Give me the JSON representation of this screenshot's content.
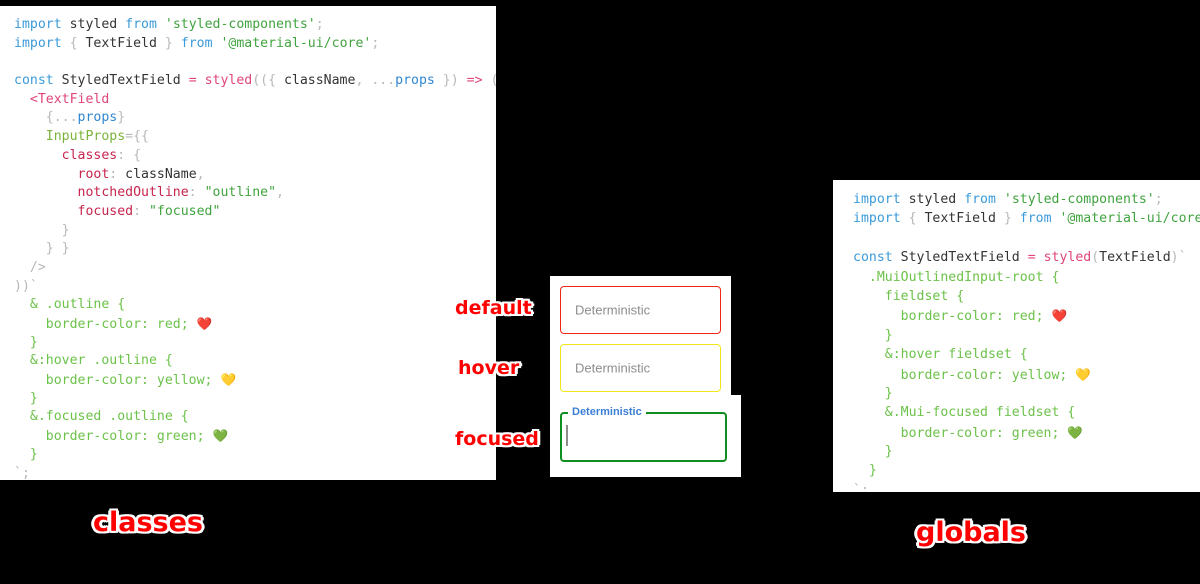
{
  "panels": {
    "classes": {
      "title": "classes",
      "code_lines": [
        [
          {
            "t": "kw",
            "s": "import"
          },
          {
            "t": "plain",
            "s": " styled "
          },
          {
            "t": "kw",
            "s": "from"
          },
          {
            "t": "str",
            "s": " 'styled-components'"
          },
          {
            "t": "punct",
            "s": ";"
          }
        ],
        [
          {
            "t": "kw",
            "s": "import"
          },
          {
            "t": "punct",
            "s": " { "
          },
          {
            "t": "plain",
            "s": "TextField"
          },
          {
            "t": "punct",
            "s": " } "
          },
          {
            "t": "kw",
            "s": "from"
          },
          {
            "t": "str",
            "s": " '@material-ui/core'"
          },
          {
            "t": "punct",
            "s": ";"
          }
        ],
        [],
        [
          {
            "t": "kw",
            "s": "const"
          },
          {
            "t": "plain",
            "s": " StyledTextField "
          },
          {
            "t": "fn",
            "s": "="
          },
          {
            "t": "fn",
            "s": " styled"
          },
          {
            "t": "punct",
            "s": "(({ "
          },
          {
            "t": "plain",
            "s": "className"
          },
          {
            "t": "punct",
            "s": ", ..."
          },
          {
            "t": "prop",
            "s": "props"
          },
          {
            "t": "punct",
            "s": " }) "
          },
          {
            "t": "fn",
            "s": "=>"
          },
          {
            "t": "punct",
            "s": " ("
          }
        ],
        [
          {
            "t": "plain",
            "s": "  "
          },
          {
            "t": "fn",
            "s": "<TextField"
          }
        ],
        [
          {
            "t": "punct",
            "s": "    {..."
          },
          {
            "t": "prop",
            "s": "props"
          },
          {
            "t": "punct",
            "s": "}"
          }
        ],
        [
          {
            "t": "attr",
            "s": "    InputProps"
          },
          {
            "t": "punct",
            "s": "={{"
          }
        ],
        [
          {
            "t": "key",
            "s": "      classes"
          },
          {
            "t": "punct",
            "s": ": {"
          }
        ],
        [
          {
            "t": "key",
            "s": "        root"
          },
          {
            "t": "punct",
            "s": ": "
          },
          {
            "t": "plain",
            "s": "className"
          },
          {
            "t": "punct",
            "s": ","
          }
        ],
        [
          {
            "t": "key",
            "s": "        notchedOutline"
          },
          {
            "t": "punct",
            "s": ": "
          },
          {
            "t": "str",
            "s": "\"outline\""
          },
          {
            "t": "punct",
            "s": ","
          }
        ],
        [
          {
            "t": "key",
            "s": "        focused"
          },
          {
            "t": "punct",
            "s": ": "
          },
          {
            "t": "str",
            "s": "\"focused\""
          }
        ],
        [
          {
            "t": "punct",
            "s": "      }"
          }
        ],
        [
          {
            "t": "punct",
            "s": "    } }"
          }
        ],
        [
          {
            "t": "punct",
            "s": "  />"
          }
        ],
        [
          {
            "t": "punct",
            "s": "))"
          },
          {
            "t": "tick",
            "s": "`"
          }
        ],
        [
          {
            "t": "css",
            "s": "  & .outline {"
          }
        ],
        [
          {
            "t": "css",
            "s": "    border-color: red; "
          },
          {
            "t": "emoji",
            "s": "❤️"
          }
        ],
        [
          {
            "t": "css",
            "s": "  }"
          }
        ],
        [
          {
            "t": "css",
            "s": "  &:hover .outline {"
          }
        ],
        [
          {
            "t": "css",
            "s": "    border-color: yellow; "
          },
          {
            "t": "emoji",
            "s": "💛"
          }
        ],
        [
          {
            "t": "css",
            "s": "  }"
          }
        ],
        [
          {
            "t": "css",
            "s": "  &.focused .outline {"
          }
        ],
        [
          {
            "t": "css",
            "s": "    border-color: green; "
          },
          {
            "t": "emoji",
            "s": "💚"
          }
        ],
        [
          {
            "t": "css",
            "s": "  }"
          }
        ],
        [
          {
            "t": "tick",
            "s": "`"
          },
          {
            "t": "punct",
            "s": ";"
          }
        ]
      ]
    },
    "globals": {
      "title": "globals",
      "code_lines": [
        [
          {
            "t": "kw",
            "s": "import"
          },
          {
            "t": "plain",
            "s": " styled "
          },
          {
            "t": "kw",
            "s": "from"
          },
          {
            "t": "str",
            "s": " 'styled-components'"
          },
          {
            "t": "punct",
            "s": ";"
          }
        ],
        [
          {
            "t": "kw",
            "s": "import"
          },
          {
            "t": "punct",
            "s": " { "
          },
          {
            "t": "plain",
            "s": "TextField"
          },
          {
            "t": "punct",
            "s": " } "
          },
          {
            "t": "kw",
            "s": "from"
          },
          {
            "t": "str",
            "s": " '@material-ui/core'"
          },
          {
            "t": "punct",
            "s": ";"
          }
        ],
        [],
        [
          {
            "t": "kw",
            "s": "const"
          },
          {
            "t": "plain",
            "s": " StyledTextField "
          },
          {
            "t": "fn",
            "s": "="
          },
          {
            "t": "fn",
            "s": " styled"
          },
          {
            "t": "punct",
            "s": "("
          },
          {
            "t": "plain",
            "s": "TextField"
          },
          {
            "t": "punct",
            "s": ")"
          },
          {
            "t": "tick",
            "s": "`"
          }
        ],
        [
          {
            "t": "css",
            "s": "  .MuiOutlinedInput-root {"
          }
        ],
        [
          {
            "t": "css",
            "s": "    fieldset {"
          }
        ],
        [
          {
            "t": "css",
            "s": "      border-color: red; "
          },
          {
            "t": "emoji",
            "s": "❤️"
          }
        ],
        [
          {
            "t": "css",
            "s": "    }"
          }
        ],
        [
          {
            "t": "css",
            "s": "    &:hover fieldset {"
          }
        ],
        [
          {
            "t": "css",
            "s": "      border-color: yellow; "
          },
          {
            "t": "emoji",
            "s": "💛"
          }
        ],
        [
          {
            "t": "css",
            "s": "    }"
          }
        ],
        [
          {
            "t": "css",
            "s": "    &.Mui-focused fieldset {"
          }
        ],
        [
          {
            "t": "css",
            "s": "      border-color: green; "
          },
          {
            "t": "emoji",
            "s": "💚"
          }
        ],
        [
          {
            "t": "css",
            "s": "    }"
          }
        ],
        [
          {
            "t": "css",
            "s": "  }"
          }
        ],
        [
          {
            "t": "tick",
            "s": "`"
          },
          {
            "t": "punct",
            "s": ";"
          }
        ]
      ]
    }
  },
  "demo": {
    "fields": [
      {
        "state": "default",
        "label": "Deterministic",
        "border_color": "#f22613",
        "filled": false
      },
      {
        "state": "hover",
        "label": "Deterministic",
        "border_color": "#f2e618",
        "filled": false
      },
      {
        "state": "focused",
        "label": "Deterministic",
        "border_color": "#0f8f1f",
        "filled": true
      }
    ],
    "callouts": {
      "default": "default",
      "hover": "hover",
      "focused": "focused"
    }
  },
  "colors": {
    "background": "#000000",
    "panel": "#ffffff",
    "callout_text": "#ff0000",
    "callout_outline": "#ffffff",
    "red": "#f22613",
    "yellow": "#f2e618",
    "green": "#0f8f1f",
    "focused_label_blue": "#3b7fd4"
  }
}
